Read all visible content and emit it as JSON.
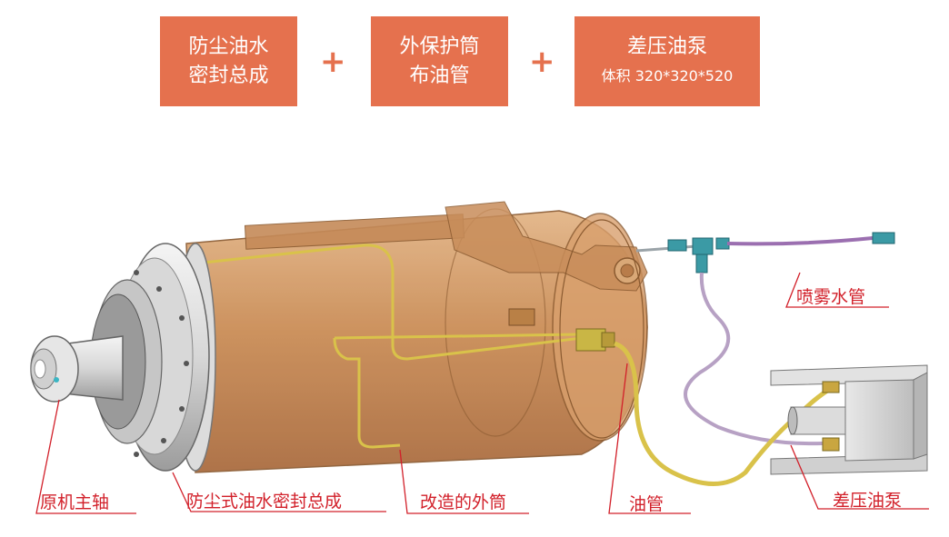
{
  "header": {
    "box1": {
      "line1": "防尘油水",
      "line2": "密封总成"
    },
    "box2": {
      "line1": "外保护筒",
      "line2": "布油管"
    },
    "box3": {
      "line1": "差压油泵",
      "line2": "体积 320*320*520"
    },
    "plus": "+"
  },
  "labels": {
    "spray_pipe": "喷雾水管",
    "diff_pump": "差压油泵",
    "oil_pipe": "油管",
    "outer_tube": "改造的外筒",
    "seal_assembly": "防尘式油水密封总成",
    "spindle": "原机主轴"
  },
  "colors": {
    "accent": "#e5714e",
    "callout": "#d2202a",
    "tube_fill": "#c8894e",
    "oil_line": "#d9c24a",
    "spray_line": "#9b6fb0"
  }
}
